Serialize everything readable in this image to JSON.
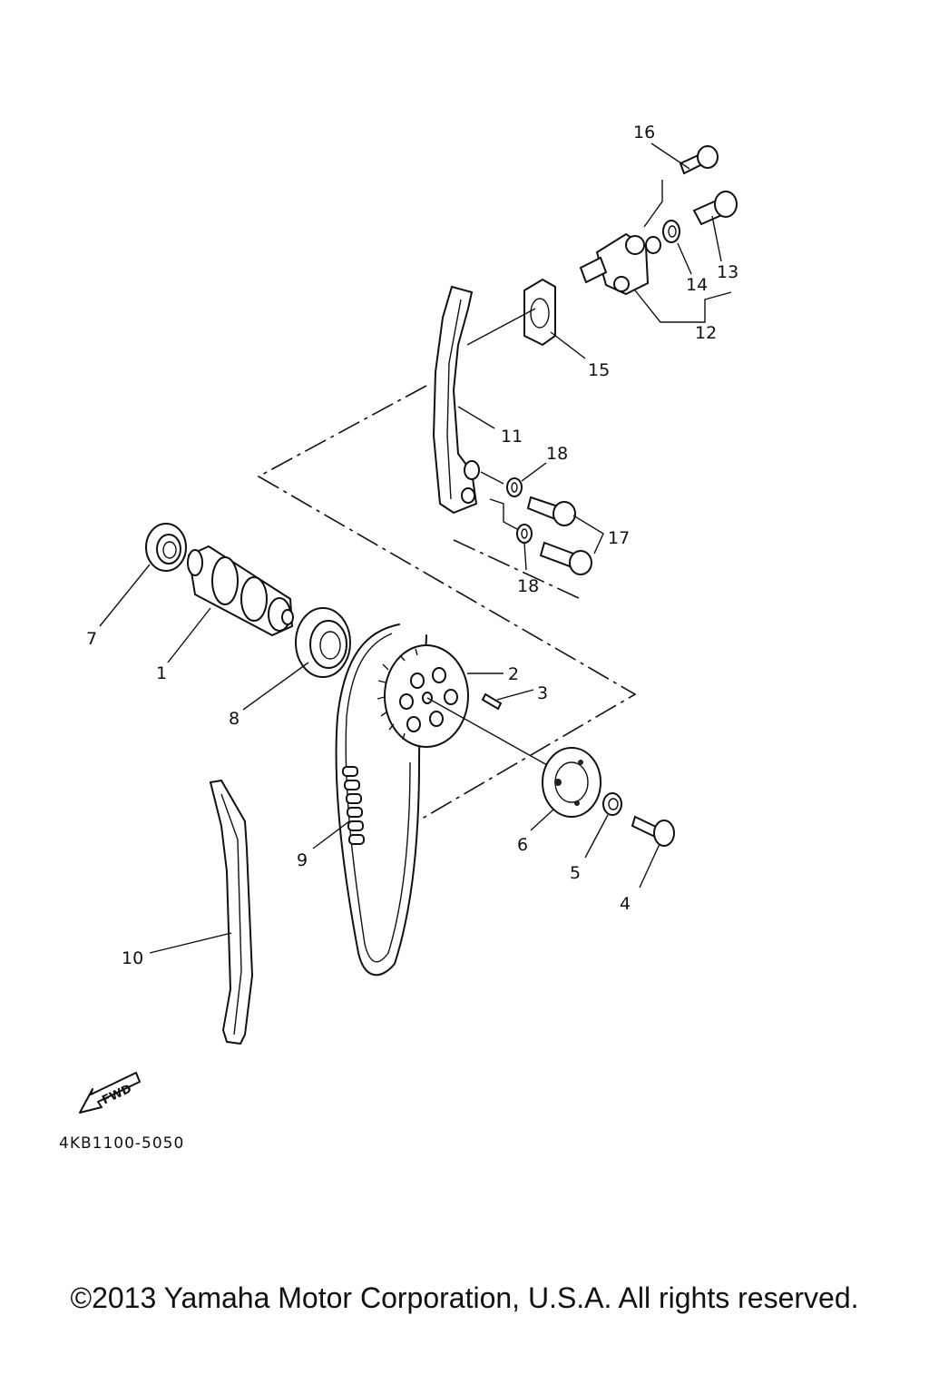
{
  "diagram": {
    "part_code": "4KB1100-5050",
    "fwd_badge": "FWD",
    "callouts": [
      "1",
      "2",
      "3",
      "4",
      "5",
      "6",
      "7",
      "8",
      "9",
      "10",
      "11",
      "12",
      "13",
      "14",
      "15",
      "16",
      "17",
      "18",
      "18"
    ]
  },
  "footer": {
    "copyright": "©2013 Yamaha Motor Corporation, U.S.A. All rights reserved."
  }
}
